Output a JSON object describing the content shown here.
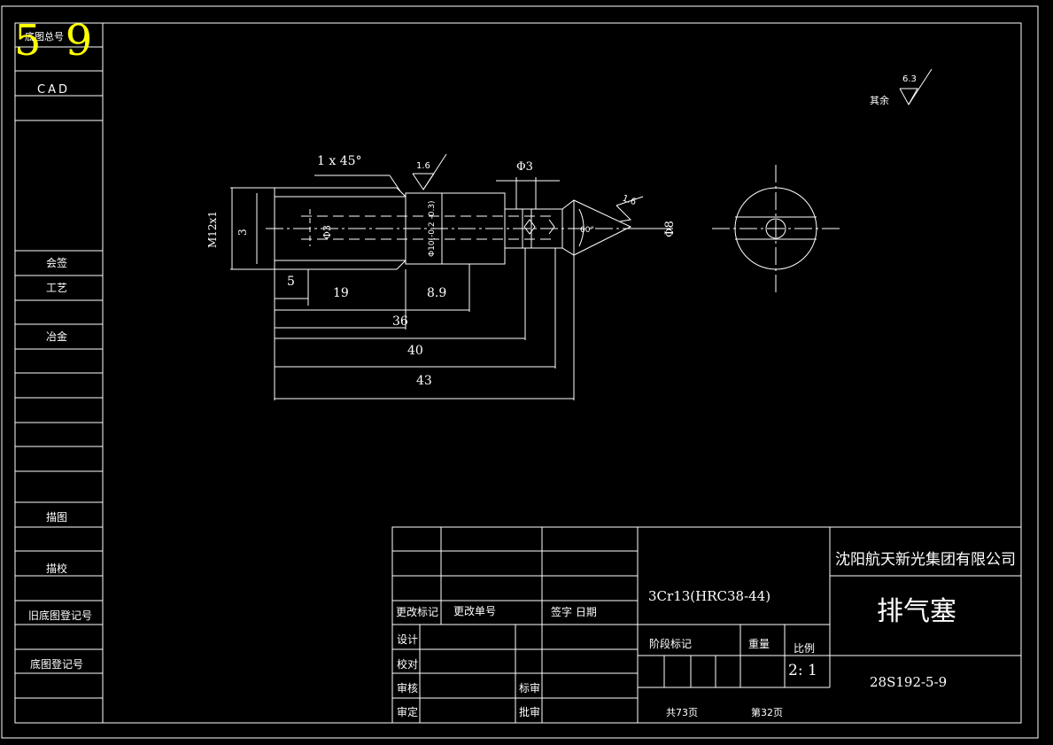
{
  "overlay_number": "5 9",
  "side_panel": {
    "file_no": "底图总号",
    "cad": "CAD",
    "countersign": "会签",
    "process": "工艺",
    "metallurgy": "冶金",
    "trace": "描图",
    "proof": "描校",
    "old_base_reg": "旧底图登记号",
    "base_reg": "底图登记号"
  },
  "drawing": {
    "chamfer": "1 x 45°",
    "thread": "M12x1",
    "dia_phi3": "Φ3",
    "dia_top": "Φ3",
    "dia_10": "Φ10(-0.2 -0.3)",
    "dia_8": "Φ8",
    "angle_60": "60°",
    "rough_16_a": "1.6",
    "rough_16_b": "1.6",
    "rough_63": "6.3",
    "rest_label": "其余",
    "dim_3": "3",
    "dim_5": "5",
    "dim_19": "19",
    "dim_89": "8.9",
    "dim_36": "36",
    "dim_40": "40",
    "dim_43": "43"
  },
  "title_block": {
    "company": "沈阳航天新光集团有限公司",
    "material": "3Cr13(HRC38-44)",
    "part_name": "排气塞",
    "drawing_no": "28S192-5-9",
    "change_mark": "更改标记",
    "change_doc": "更改单号",
    "sign_date": "签字 日期",
    "design": "设计",
    "check": "校对",
    "review": "审核",
    "approve": "审定",
    "standard": "标审",
    "ratify": "批审",
    "stage_mark": "阶段标记",
    "weight": "重量",
    "scale_label": "比例",
    "scale": "2: 1",
    "total_pages": "共73页",
    "page": "第32页"
  }
}
